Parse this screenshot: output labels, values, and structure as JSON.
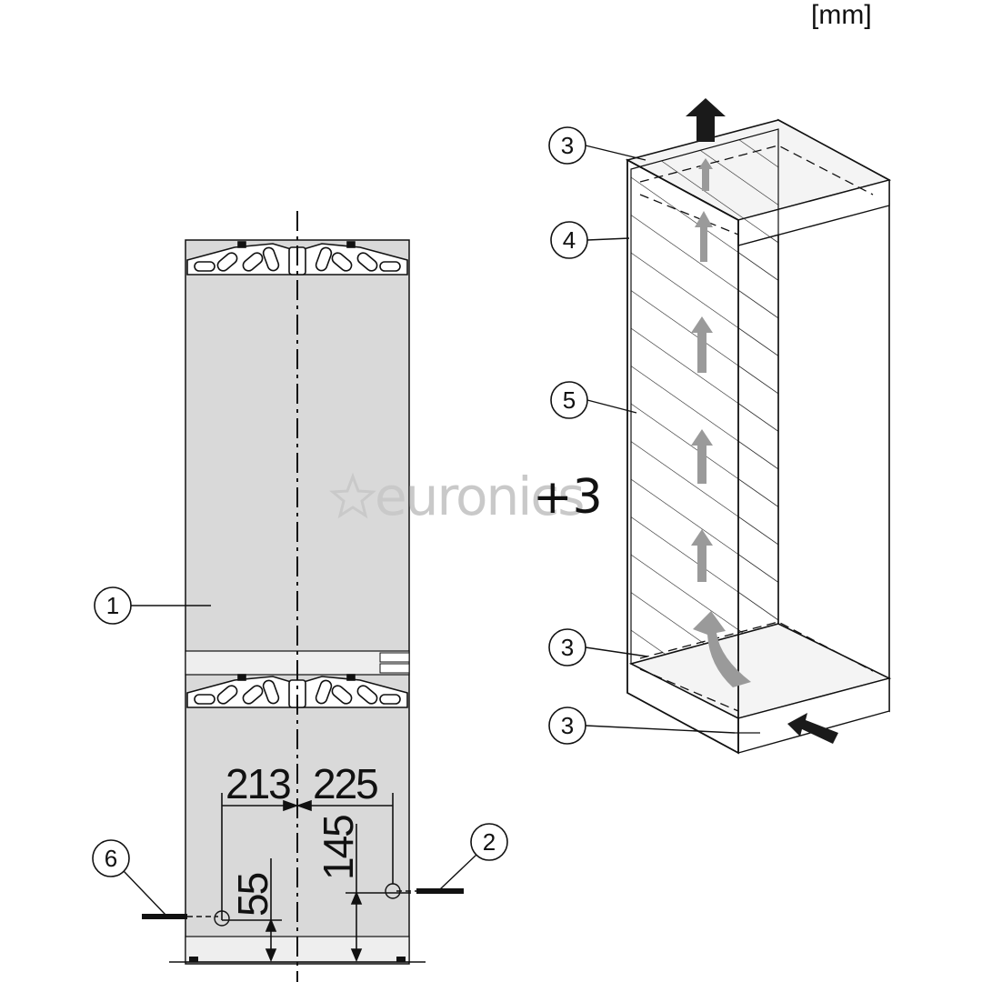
{
  "unit_label": "[mm]",
  "watermark": {
    "text": "euronics",
    "icon": "star-outline-icon"
  },
  "tolerance": "+3",
  "dimensions": {
    "left_offset": "213",
    "right_offset": "225",
    "left_height": "55",
    "right_height": "145"
  },
  "callouts": {
    "c1": "1",
    "c2": "2",
    "c3_top": "3",
    "c3_bottom_inner": "3",
    "c3_bottom_outer": "3",
    "c4": "4",
    "c5": "5",
    "c6": "6"
  },
  "colors": {
    "panel_fill": "#d9d9d9",
    "line": "#111111",
    "airflow_arrow": "#9a9a9a",
    "dark_arrow": "#1a1a1a"
  }
}
